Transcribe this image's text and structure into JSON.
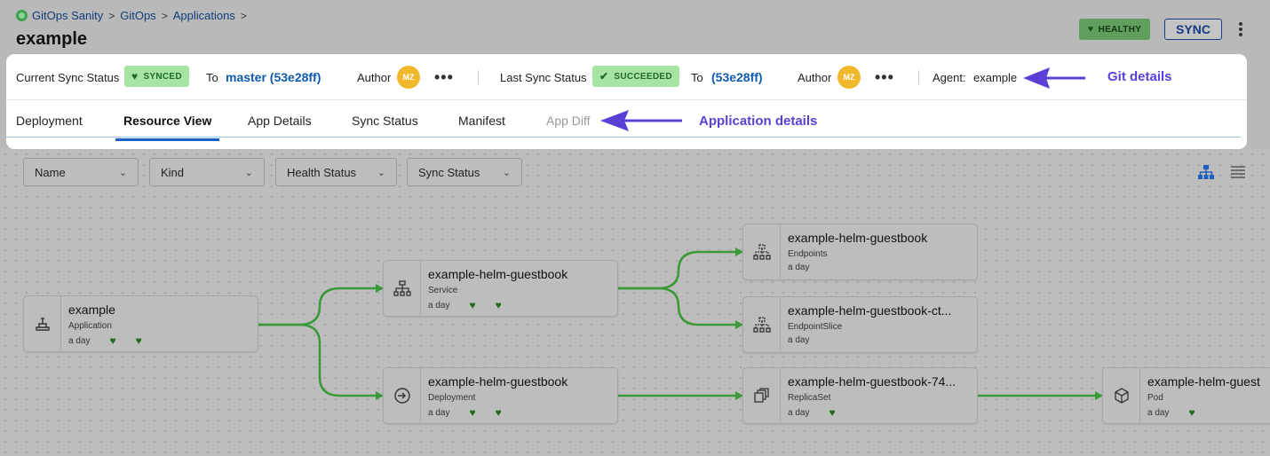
{
  "breadcrumb": [
    {
      "label": "GitOps Sanity"
    },
    {
      "label": "GitOps"
    },
    {
      "label": "Applications"
    }
  ],
  "page": {
    "title": "example"
  },
  "header": {
    "health_label": "HEALTHY",
    "sync_label": "SYNC"
  },
  "status": {
    "current_label": "Current Sync Status",
    "current_badge": "SYNCED",
    "to_label_1": "To",
    "current_commit": "master (53e28ff)",
    "author_label_1": "Author",
    "author_initials_1": "MZ",
    "more_1": "•••",
    "last_label": "Last Sync Status",
    "last_badge": "SUCCEEDED",
    "to_label_2": "To",
    "last_commit": "(53e28ff)",
    "author_label_2": "Author",
    "author_initials_2": "MZ",
    "more_2": "•••",
    "agent_label": "Agent:",
    "agent_value": "example"
  },
  "tabs": [
    {
      "label": "Deployment"
    },
    {
      "label": "Resource View"
    },
    {
      "label": "App Details"
    },
    {
      "label": "Sync Status"
    },
    {
      "label": "Manifest"
    },
    {
      "label": "App Diff"
    }
  ],
  "annotations": {
    "git": "Git details",
    "app": "Application details"
  },
  "filters": [
    {
      "label": "Name"
    },
    {
      "label": "Kind"
    },
    {
      "label": "Health Status"
    },
    {
      "label": "Sync Status"
    }
  ],
  "nodes": [
    {
      "name": "example",
      "kind": "Application",
      "age": "a day",
      "icon": "application-icon"
    },
    {
      "name": "example-helm-guestbook",
      "kind": "Service",
      "age": "a day",
      "icon": "service-icon"
    },
    {
      "name": "example-helm-guestbook",
      "kind": "Deployment",
      "age": "a day",
      "icon": "deployment-icon"
    },
    {
      "name": "example-helm-guestbook",
      "kind": "Endpoints",
      "age": "a day",
      "icon": "endpoints-icon"
    },
    {
      "name": "example-helm-guestbook-ct...",
      "kind": "EndpointSlice",
      "age": "a day",
      "icon": "endpointslice-icon"
    },
    {
      "name": "example-helm-guestbook-74...",
      "kind": "ReplicaSet",
      "age": "a day",
      "icon": "replicaset-icon"
    },
    {
      "name": "example-helm-guest",
      "kind": "Pod",
      "age": "a day",
      "icon": "pod-icon"
    }
  ],
  "colors": {
    "accent": "#1e5fbf",
    "healthy": "#1f6a1b",
    "annotation": "#5b3fd6",
    "edge": "#3a9a37"
  }
}
